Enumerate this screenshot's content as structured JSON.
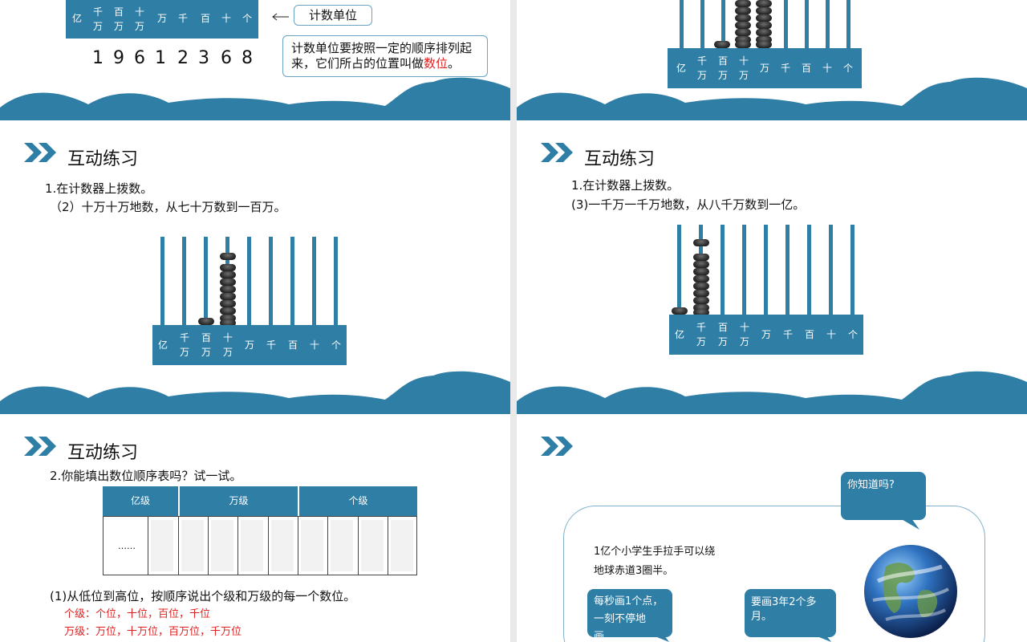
{
  "slide1": {
    "place_labels": [
      "亿",
      "千\n万",
      "百\n万",
      "十\n万",
      "万",
      "千",
      "百",
      "十",
      "个"
    ],
    "digits": [
      "1",
      "9",
      "6",
      "1",
      "2",
      "3",
      "6",
      "8"
    ],
    "callout_label": "计数单位",
    "note_line1": "计数单位要按照一定的顺序排列起",
    "note_line2_pre": "来，它们所占的位置叫做",
    "note_line2_red": "数位",
    "note_line2_post": "。"
  },
  "slide2": {
    "place_labels": [
      "亿",
      "千\n万",
      "百\n万",
      "十\n万",
      "万",
      "千",
      "百",
      "十",
      "个"
    ]
  },
  "slide3": {
    "title": "互动练习",
    "line1": "1.在计数器上拨数。",
    "line2": "（2）十万十万地数，从七十万数到一百万。",
    "place_labels": [
      "亿",
      "千\n万",
      "百\n万",
      "十\n万",
      "万",
      "千",
      "百",
      "十",
      "个"
    ]
  },
  "slide4": {
    "title": "互动练习",
    "line1": "1.在计数器上拨数。",
    "line2": "(3)一千万一千万地数，从八千万数到一亿。",
    "place_labels": [
      "亿",
      "千\n万",
      "百\n万",
      "十\n万",
      "万",
      "千",
      "百",
      "十",
      "个"
    ]
  },
  "slide5": {
    "title": "互动练习",
    "line1": "2.你能填出数位顺序表吗？试一试。",
    "headers": [
      "亿级",
      "万级",
      "个级"
    ],
    "ellipsis": "……",
    "question": "(1)从低位到高位，按顺序说出个级和万级的每一个数位。",
    "answer1": "个级：个位，十位，百位，千位",
    "answer2": "万级：万位，十万位，百万位，千万位"
  },
  "slide6": {
    "bubble_top": "你知道吗?",
    "fact_line1": "1亿个小学生手拉手可以绕",
    "fact_line2": "地球赤道3圈半。",
    "bubble_left_line1": "每秒画1个点，",
    "bubble_left_line2": "一刻不停地画。",
    "bubble_right": "要画3年2个多月。"
  },
  "colors": {
    "accent": "#2f7ea6",
    "red": "#e02020"
  }
}
